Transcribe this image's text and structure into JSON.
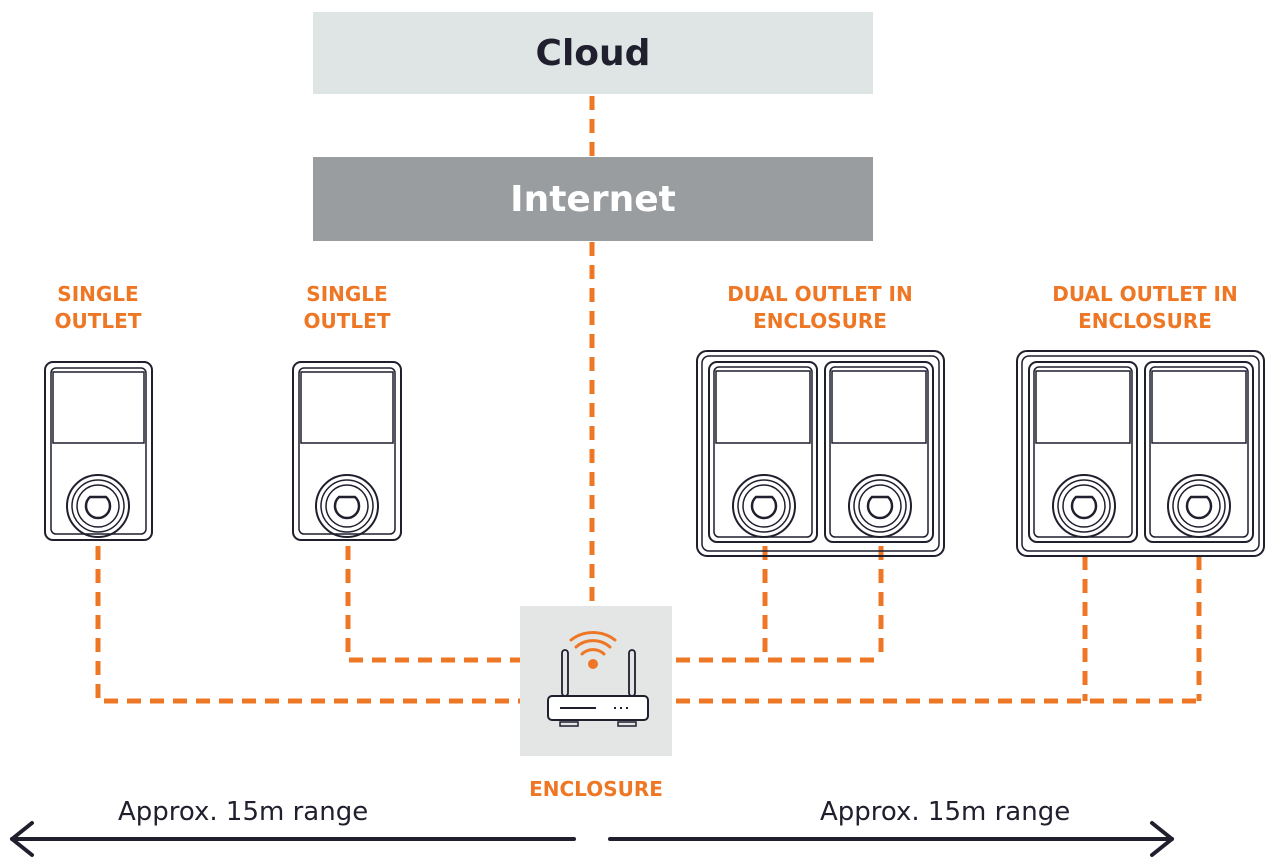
{
  "cloud": {
    "label": "Cloud"
  },
  "internet": {
    "label": "Internet"
  },
  "outlets": [
    {
      "label": "SINGLE\nOUTLET"
    },
    {
      "label": "SINGLE\nOUTLET"
    },
    {
      "label": "DUAL OUTLET IN\nENCLOSURE"
    },
    {
      "label": "DUAL OUTLET IN\nENCLOSURE"
    }
  ],
  "router": {
    "label": "ENCLOSURE",
    "icon": "wifi-router-icon"
  },
  "range_left": {
    "label": "Approx. 15m range"
  },
  "range_right": {
    "label": "Approx. 15m range"
  },
  "colors": {
    "accent": "#ee7725",
    "dark": "#1f1f2e",
    "cloud_bg": "#dfe5e4",
    "internet_bg": "#9a9da0",
    "router_bg": "#e3e6e5"
  }
}
